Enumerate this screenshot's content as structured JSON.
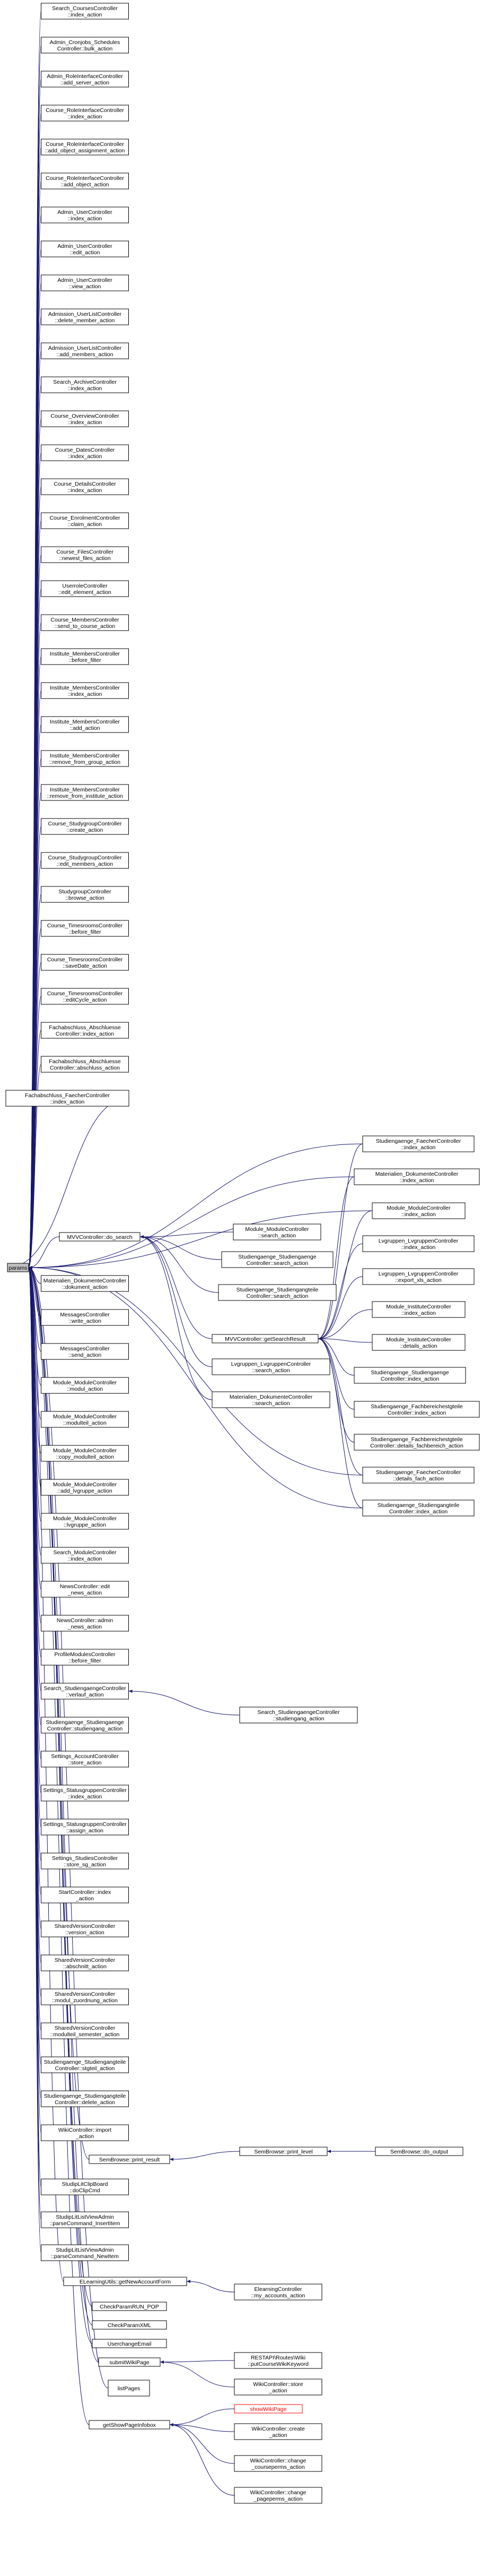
{
  "graph": {
    "root": "paramsList",
    "nodes": [
      {
        "id": "root",
        "lines": [
          "params"
        ]
      },
      {
        "id": "n1",
        "lines": [
          "Search_CoursesController",
          "::index_action"
        ]
      },
      {
        "id": "n2",
        "lines": [
          "Admin_Cronjobs_Schedules",
          "Controller::bulk_action"
        ]
      },
      {
        "id": "n3",
        "lines": [
          "Admin_RoleInterfaceController",
          "::add_server_action"
        ]
      },
      {
        "id": "n4",
        "lines": [
          "Course_RoleInterfaceController",
          "::index_action"
        ]
      },
      {
        "id": "n5",
        "lines": [
          "Course_RoleInterfaceController",
          "::add_object_assignment_action"
        ]
      },
      {
        "id": "n6",
        "lines": [
          "Course_RoleInterfaceController",
          "::add_object_action"
        ]
      },
      {
        "id": "n7",
        "lines": [
          "Admin_UserController",
          "::index_action"
        ]
      },
      {
        "id": "n8",
        "lines": [
          "Admin_UserController",
          "::edit_action"
        ]
      },
      {
        "id": "n9",
        "lines": [
          "Admin_UserController",
          "::view_action"
        ]
      },
      {
        "id": "n10",
        "lines": [
          "Admission_UserListController",
          "::delete_member_action"
        ]
      },
      {
        "id": "n11",
        "lines": [
          "Admission_UserListController",
          "::add_members_action"
        ]
      },
      {
        "id": "n12",
        "lines": [
          "Search_ArchiveController",
          "::index_action"
        ]
      },
      {
        "id": "n13",
        "lines": [
          "Course_OverviewController",
          "::index_action"
        ]
      },
      {
        "id": "n14",
        "lines": [
          "Course_DatesController",
          "::index_action"
        ]
      },
      {
        "id": "n15",
        "lines": [
          "Course_DetailsController",
          "::index_action"
        ]
      },
      {
        "id": "n16",
        "lines": [
          "Course_EnrolmentController",
          "::claim_action"
        ]
      },
      {
        "id": "n17",
        "lines": [
          "Course_FilesController",
          "::newest_files_action"
        ]
      },
      {
        "id": "n18",
        "lines": [
          "UserroleController",
          "::edit_element_action"
        ]
      },
      {
        "id": "n19",
        "lines": [
          "Course_MembersController",
          "::send_to_course_action"
        ]
      },
      {
        "id": "n20",
        "lines": [
          "Institute_MembersController",
          "::before_filter"
        ]
      },
      {
        "id": "n21",
        "lines": [
          "Institute_MembersController",
          "::index_action"
        ]
      },
      {
        "id": "n22",
        "lines": [
          "Institute_MembersController",
          "::add_action"
        ]
      },
      {
        "id": "n23",
        "lines": [
          "Institute_MembersController",
          "::remove_from_group_action"
        ]
      },
      {
        "id": "n24",
        "lines": [
          "Institute_MembersController",
          "::remove_from_institute_action"
        ]
      },
      {
        "id": "n25",
        "lines": [
          "Course_StudygroupController",
          "::create_action"
        ]
      },
      {
        "id": "n26",
        "lines": [
          "Course_StudygroupController",
          "::edit_members_action"
        ]
      },
      {
        "id": "n27",
        "lines": [
          "StudygroupController",
          "::browse_action"
        ]
      },
      {
        "id": "n28",
        "lines": [
          "Course_TimesroomsController",
          "::before_filter"
        ]
      },
      {
        "id": "n29",
        "lines": [
          "Course_TimesroomsController",
          "::saveDate_action"
        ]
      },
      {
        "id": "n30",
        "lines": [
          "Course_TimesroomsController",
          "::editCycle_action"
        ]
      },
      {
        "id": "n31",
        "lines": [
          "Fachabschluss_Abschluesse",
          "Controller::index_action"
        ]
      },
      {
        "id": "n32",
        "lines": [
          "Fachabschluss_Abschluesse",
          "Controller::abschluss_action"
        ]
      },
      {
        "id": "n33",
        "lines": [
          "Fachabschluss_FaecherController",
          "::index_action"
        ]
      },
      {
        "id": "n34",
        "lines": [
          "MVVController::do_search"
        ]
      },
      {
        "id": "n35",
        "lines": [
          "Materialien_DokumenteController",
          "::dokument_action"
        ]
      },
      {
        "id": "n36",
        "lines": [
          "MessagesController",
          "::write_action"
        ]
      },
      {
        "id": "n37",
        "lines": [
          "MessagesController",
          "::send_action"
        ]
      },
      {
        "id": "n38",
        "lines": [
          "Module_ModuleController",
          "::modul_action"
        ]
      },
      {
        "id": "n39",
        "lines": [
          "Module_ModuleController",
          "::modulteil_action"
        ]
      },
      {
        "id": "n40",
        "lines": [
          "Module_ModuleController",
          "::copy_modulteil_action"
        ]
      },
      {
        "id": "n41",
        "lines": [
          "Module_ModuleController",
          "::add_lvgruppe_action"
        ]
      },
      {
        "id": "n42",
        "lines": [
          "Module_ModuleController",
          "::lvgruppe_action"
        ]
      },
      {
        "id": "n43",
        "lines": [
          "Search_ModuleController",
          "::index_action"
        ]
      },
      {
        "id": "n44",
        "lines": [
          "NewsController::edit",
          "_news_action"
        ]
      },
      {
        "id": "n45",
        "lines": [
          "NewsController::admin",
          "_news_action"
        ]
      },
      {
        "id": "n46",
        "lines": [
          "ProfileModulesController",
          "::before_filter"
        ]
      },
      {
        "id": "n47",
        "lines": [
          "Search_StudiengaengeController",
          "::verlauf_action"
        ]
      },
      {
        "id": "n48",
        "lines": [
          "Studiengaenge_Studiengaenge",
          "Controller::studiengang_action"
        ]
      },
      {
        "id": "n49",
        "lines": [
          "Settings_AccountController",
          "::store_action"
        ]
      },
      {
        "id": "n50",
        "lines": [
          "Settings_StatusgruppenController",
          "::index_action"
        ]
      },
      {
        "id": "n51",
        "lines": [
          "Settings_StatusgruppenController",
          "::assign_action"
        ]
      },
      {
        "id": "n52",
        "lines": [
          "Settings_StudiesController",
          "::store_sg_action"
        ]
      },
      {
        "id": "n53",
        "lines": [
          "StartController::index",
          "_action"
        ]
      },
      {
        "id": "n54",
        "lines": [
          "SharedVersionController",
          "::version_action"
        ]
      },
      {
        "id": "n55",
        "lines": [
          "SharedVersionController",
          "::abschnitt_action"
        ]
      },
      {
        "id": "n56",
        "lines": [
          "SharedVersionController",
          "::modul_zuordnung_action"
        ]
      },
      {
        "id": "n57",
        "lines": [
          "SharedVersionController",
          "::modulteil_semester_action"
        ]
      },
      {
        "id": "n58",
        "lines": [
          "Studiengaenge_Studiengangteile",
          "Controller::stgteil_action"
        ]
      },
      {
        "id": "n59",
        "lines": [
          "Studiengaenge_Studiengangteile",
          "Controller::delete_action"
        ]
      },
      {
        "id": "n60",
        "lines": [
          "WikiController::import",
          "_action"
        ]
      },
      {
        "id": "n61",
        "lines": [
          "SemBrowse::print_result"
        ]
      },
      {
        "id": "n62",
        "lines": [
          "StudipLitClipBoard",
          "::doClipCmd"
        ]
      },
      {
        "id": "n63",
        "lines": [
          "StudipLitListViewAdmin",
          "::parseCommand_InsertItem"
        ]
      },
      {
        "id": "n64",
        "lines": [
          "StudipLitListViewAdmin",
          "::parseCommand_NewItem"
        ]
      },
      {
        "id": "n65",
        "lines": [
          "ELearningUtils::getNewAccountForm"
        ]
      },
      {
        "id": "n66",
        "lines": [
          "CheckParamRUN_POP"
        ]
      },
      {
        "id": "n67",
        "lines": [
          "CheckParamXML"
        ]
      },
      {
        "id": "n68",
        "lines": [
          "UserchangeEmail"
        ]
      },
      {
        "id": "n69",
        "lines": [
          "submitWikiPage"
        ]
      },
      {
        "id": "n70",
        "lines": [
          "listPages"
        ]
      },
      {
        "id": "n71",
        "lines": [
          "getShowPageInfobox"
        ]
      },
      {
        "id": "m1",
        "lines": [
          "Studiengaenge_FaecherController",
          "::index_action"
        ]
      },
      {
        "id": "m2",
        "lines": [
          "Materialien_DokumenteController",
          "::index_action"
        ]
      },
      {
        "id": "m3",
        "lines": [
          "Module_ModuleController",
          "::search_action"
        ]
      },
      {
        "id": "m4",
        "lines": [
          "Studiengaenge_Studiengaenge",
          "Controller::search_action"
        ]
      },
      {
        "id": "m5",
        "lines": [
          "Studiengaenge_Studiengangteile",
          "Controller::search_action"
        ]
      },
      {
        "id": "m6",
        "lines": [
          "MVVController::getSearchResult"
        ]
      },
      {
        "id": "m7",
        "lines": [
          "Lvgruppen_LvgruppenController",
          "::search_action"
        ]
      },
      {
        "id": "m8",
        "lines": [
          "Materialien_DokumenteController",
          "::search_action"
        ]
      },
      {
        "id": "p1",
        "lines": [
          "Module_ModuleController",
          "::index_action"
        ]
      },
      {
        "id": "p2",
        "lines": [
          "Lvgruppen_LvgruppenController",
          "::index_action"
        ]
      },
      {
        "id": "p3",
        "lines": [
          "Lvgruppen_LvgruppenController",
          "::export_xls_action"
        ]
      },
      {
        "id": "p4",
        "lines": [
          "Module_InstituteController",
          "::index_action"
        ]
      },
      {
        "id": "p5",
        "lines": [
          "Module_InstituteController",
          "::details_action"
        ]
      },
      {
        "id": "p6",
        "lines": [
          "Studiengaenge_Studiengaenge",
          "Controller::index_action"
        ]
      },
      {
        "id": "p7",
        "lines": [
          "Studiengaenge_Fachbereichestgteile",
          "Controller::index_action"
        ]
      },
      {
        "id": "p8",
        "lines": [
          "Studiengaenge_Fachbereichestgteile",
          "Controller::details_fachbereich_action"
        ]
      },
      {
        "id": "p9",
        "lines": [
          "Studiengaenge_FaecherController",
          "::details_fach_action"
        ]
      },
      {
        "id": "p10",
        "lines": [
          "Studiengaenge_Studiengangteile",
          "Controller::index_action"
        ]
      },
      {
        "id": "s1",
        "lines": [
          "Search_StudiengaengeController",
          "::studiengang_action"
        ]
      },
      {
        "id": "s2",
        "lines": [
          "SemBrowse::print_level"
        ]
      },
      {
        "id": "s3",
        "lines": [
          "SemBrowse::do_output"
        ]
      },
      {
        "id": "s4",
        "lines": [
          "ElearningController",
          "::my_accounts_action"
        ]
      },
      {
        "id": "s5",
        "lines": [
          "RESTAPI\\Routes\\Wiki",
          "::putCourseWikiKeyword"
        ]
      },
      {
        "id": "s6",
        "lines": [
          "WikiController::store",
          "_action"
        ]
      },
      {
        "id": "s7",
        "lines": [
          "showWikiPage"
        ]
      },
      {
        "id": "s8",
        "lines": [
          "WikiController::create",
          "_action"
        ]
      },
      {
        "id": "s9",
        "lines": [
          "WikiController::change",
          "_courseperms_action"
        ]
      },
      {
        "id": "s10",
        "lines": [
          "WikiController::change",
          "_pageperms_action"
        ]
      }
    ],
    "edges": [
      [
        "n1",
        "root"
      ],
      [
        "n2",
        "root"
      ],
      [
        "n3",
        "root"
      ],
      [
        "n4",
        "root"
      ],
      [
        "n5",
        "root"
      ],
      [
        "n6",
        "root"
      ],
      [
        "n7",
        "root"
      ],
      [
        "n8",
        "root"
      ],
      [
        "n9",
        "root"
      ],
      [
        "n10",
        "root"
      ],
      [
        "n11",
        "root"
      ],
      [
        "n12",
        "root"
      ],
      [
        "n13",
        "root"
      ],
      [
        "n14",
        "root"
      ],
      [
        "n15",
        "root"
      ],
      [
        "n16",
        "root"
      ],
      [
        "n17",
        "root"
      ],
      [
        "n18",
        "root"
      ],
      [
        "n19",
        "root"
      ],
      [
        "n20",
        "root"
      ],
      [
        "n21",
        "root"
      ],
      [
        "n22",
        "root"
      ],
      [
        "n23",
        "root"
      ],
      [
        "n24",
        "root"
      ],
      [
        "n25",
        "root"
      ],
      [
        "n26",
        "root"
      ],
      [
        "n27",
        "root"
      ],
      [
        "n28",
        "root"
      ],
      [
        "n29",
        "root"
      ],
      [
        "n30",
        "root"
      ],
      [
        "n31",
        "root"
      ],
      [
        "n32",
        "root"
      ],
      [
        "n33",
        "root"
      ],
      [
        "n34",
        "root"
      ],
      [
        "n35",
        "root"
      ],
      [
        "n36",
        "root"
      ],
      [
        "n37",
        "root"
      ],
      [
        "n38",
        "root"
      ],
      [
        "n39",
        "root"
      ],
      [
        "n40",
        "root"
      ],
      [
        "n41",
        "root"
      ],
      [
        "n42",
        "root"
      ],
      [
        "n43",
        "root"
      ],
      [
        "n44",
        "root"
      ],
      [
        "n45",
        "root"
      ],
      [
        "n46",
        "root"
      ],
      [
        "n47",
        "root"
      ],
      [
        "n48",
        "root"
      ],
      [
        "n49",
        "root"
      ],
      [
        "n50",
        "root"
      ],
      [
        "n51",
        "root"
      ],
      [
        "n52",
        "root"
      ],
      [
        "n53",
        "root"
      ],
      [
        "n54",
        "root"
      ],
      [
        "n55",
        "root"
      ],
      [
        "n56",
        "root"
      ],
      [
        "n57",
        "root"
      ],
      [
        "n58",
        "root"
      ],
      [
        "n59",
        "root"
      ],
      [
        "n60",
        "root"
      ],
      [
        "n61",
        "root"
      ],
      [
        "n62",
        "root"
      ],
      [
        "n63",
        "root"
      ],
      [
        "n64",
        "root"
      ],
      [
        "n65",
        "root"
      ],
      [
        "n66",
        "root"
      ],
      [
        "n67",
        "root"
      ],
      [
        "n68",
        "root"
      ],
      [
        "n69",
        "root"
      ],
      [
        "n70",
        "root"
      ],
      [
        "n71",
        "root"
      ],
      [
        "m1",
        "root"
      ],
      [
        "m2",
        "root"
      ],
      [
        "p1",
        "root"
      ],
      [
        "p9",
        "root"
      ],
      [
        "p10",
        "root"
      ],
      [
        "m3",
        "n34"
      ],
      [
        "m4",
        "n34"
      ],
      [
        "m5",
        "n34"
      ],
      [
        "m6",
        "n34"
      ],
      [
        "m7",
        "n34"
      ],
      [
        "m8",
        "n34"
      ],
      [
        "m1",
        "m6"
      ],
      [
        "m2",
        "m6"
      ],
      [
        "p1",
        "m6"
      ],
      [
        "p2",
        "m6"
      ],
      [
        "p3",
        "m6"
      ],
      [
        "p4",
        "m6"
      ],
      [
        "p5",
        "m6"
      ],
      [
        "p6",
        "m6"
      ],
      [
        "p7",
        "m6"
      ],
      [
        "p8",
        "m6"
      ],
      [
        "p9",
        "m6"
      ],
      [
        "p10",
        "m6"
      ],
      [
        "s1",
        "n47"
      ],
      [
        "s2",
        "n61"
      ],
      [
        "s3",
        "s2"
      ],
      [
        "s4",
        "n65"
      ],
      [
        "s5",
        "n69"
      ],
      [
        "s6",
        "n69"
      ],
      [
        "s7",
        "n71"
      ],
      [
        "s8",
        "n71"
      ],
      [
        "s9",
        "n71"
      ],
      [
        "s10",
        "n71"
      ]
    ],
    "colors": {
      "edge": "#191970",
      "root_fill": "#bfbfbf",
      "highlight": "#ff0000"
    }
  }
}
